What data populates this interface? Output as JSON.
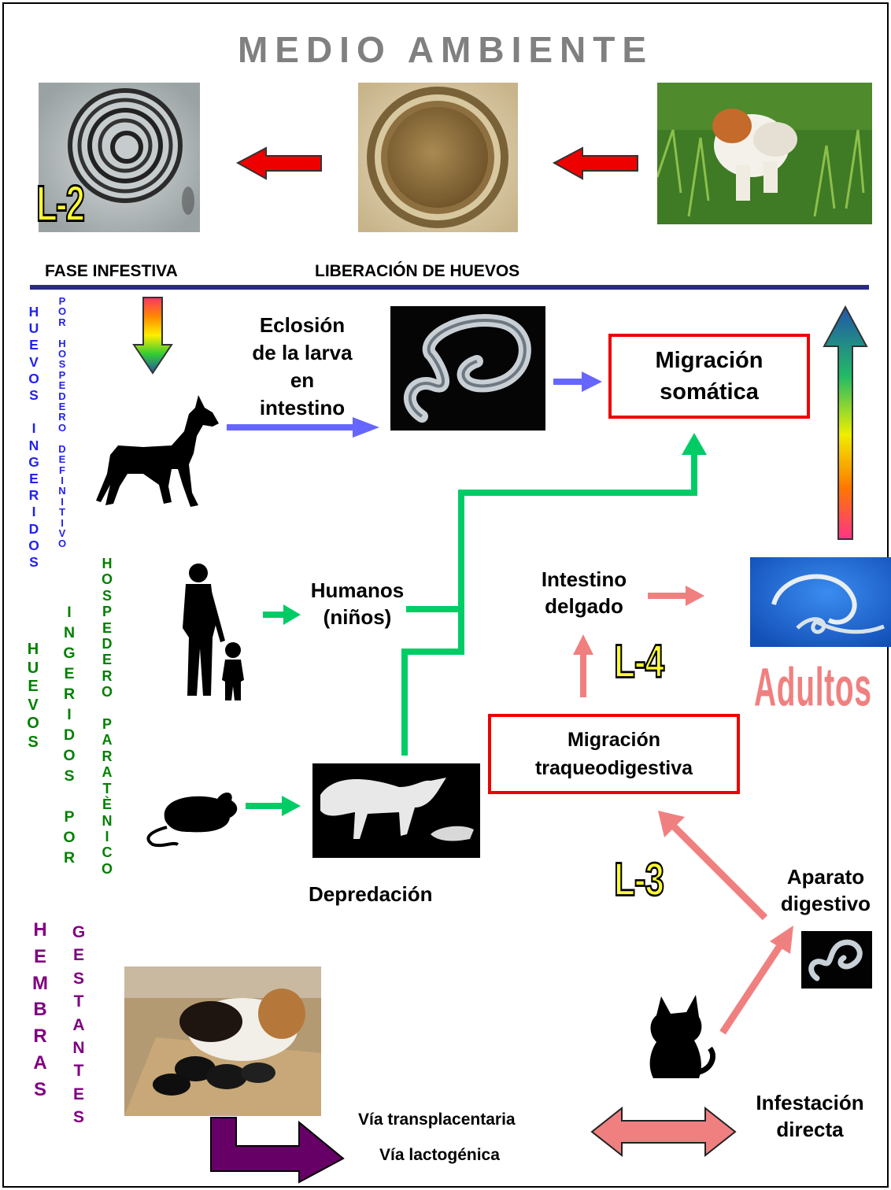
{
  "title": "MEDIO AMBIENTE",
  "labels": {
    "fase_infestiva": "FASE INFESTIVA",
    "liberacion": "LIBERACIÓN DE HUEVOS",
    "eclosion": [
      "Eclosión",
      "de la larva",
      "en",
      "intestino"
    ],
    "migracion_somatica": [
      "Migración",
      "somática"
    ],
    "humanos": [
      "Humanos",
      "(niños)"
    ],
    "intestino_delgado": [
      "Intestino",
      "delgado"
    ],
    "migracion_traqueo": [
      "Migración",
      "traqueodigestiva"
    ],
    "depredacion": "Depredación",
    "aparato_digestivo": [
      "Aparato",
      "digestivo"
    ],
    "infestacion_directa": [
      "Infestación",
      "directa"
    ],
    "via_transplacentaria": "Vía transplacentaria",
    "via_lactogenica": "Vía lactogénica",
    "adultos": "Adultos",
    "l2": "L-2",
    "l3": "L-3",
    "l4": "L-4"
  },
  "vertical": {
    "huevos_ingeridos_blue": "HUEVOS INGERIDOS",
    "por_hospedero_definitivo": "POR HOSPEDERO DEFINITIVO",
    "huevos_green": "HUEVOS",
    "ingeridos_por": "INGERIDOS POR",
    "hospedero_paratenico": "HOSPEDERO PARATÈNICO",
    "hembras": "HEMBRAS",
    "gestantes": "GESTANTES"
  },
  "colors": {
    "title_gray": "#808080",
    "blue_text": "#2222ee",
    "green_text": "#008000",
    "purple_text": "#800080",
    "navy_rule": "#2a2a8a",
    "red_arrow": "#ee0000",
    "lavender_arrow": "#6666ff",
    "green_arrow": "#00cc66",
    "pink_arrow": "#f08080",
    "adultos_pink": "#f08080",
    "box_red": "#ee0000",
    "dark_purple": "#660066"
  }
}
